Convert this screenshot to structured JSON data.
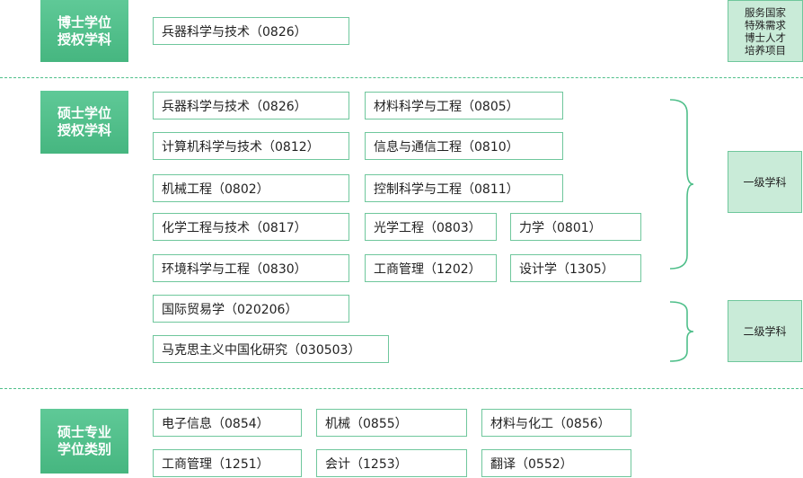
{
  "sections": {
    "doctoral": {
      "label_line1": "博士学位",
      "label_line2": "授权学科",
      "items": [
        "兵器科学与技术（0826）"
      ],
      "side_tag": [
        "服务国家",
        "特殊需求",
        "博士人才",
        "培养项目"
      ]
    },
    "master": {
      "label_line1": "硕士学位",
      "label_line2": "授权学科",
      "first_level": [
        "兵器科学与技术（0826）",
        "材料科学与工程（0805）",
        "计算机科学与技术（0812）",
        "信息与通信工程（0810）",
        "机械工程（0802）",
        "控制科学与工程（0811）",
        "化学工程与技术（0817）",
        "光学工程（0803）",
        "力学（0801）",
        "环境科学与工程（0830）",
        "工商管理（1202）",
        "设计学（1305）"
      ],
      "second_level": [
        "国际贸易学（020206）",
        "马克思主义中国化研究（030503）"
      ],
      "first_level_tag": "一级学科",
      "second_level_tag": "二级学科"
    },
    "professional": {
      "label_line1": "硕士专业",
      "label_line2": "学位类别",
      "items": [
        "电子信息（0854）",
        "机械（0855）",
        "材料与化工（0856）",
        "工商管理（1251）",
        "会计（1253）",
        "翻译（0552）"
      ]
    }
  },
  "colors": {
    "category_fill": "#4fbf8a",
    "border": "#6fc79c",
    "tag_fill": "#c9ebd8",
    "divider": "#4fbf8a"
  }
}
